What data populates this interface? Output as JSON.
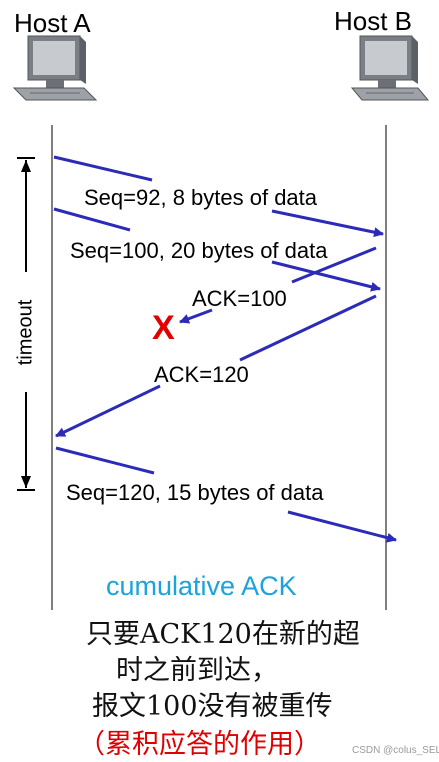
{
  "hosts": {
    "a_label": "Host A",
    "b_label": "Host B"
  },
  "messages": {
    "seq92": "Seq=92, 8 bytes of data",
    "seq100": "Seq=100, 20 bytes of data",
    "ack100": "ACK=100",
    "ack120": "ACK=120",
    "seq120": "Seq=120,  15 bytes of data"
  },
  "timeout_label": "timeout",
  "lost_marker": "X",
  "caption": {
    "title": "cumulative ACK",
    "line1": "只要ACK120在新的超",
    "line2": "时之前到达，",
    "line3": "报文100没有被重传",
    "line4": "（累积应答的作用）"
  },
  "watermark": "CSDN @colus_SEL",
  "colors": {
    "arrow": "#2b2bb8",
    "lost": "#e00000",
    "caption_title": "#1aa3dc"
  }
}
